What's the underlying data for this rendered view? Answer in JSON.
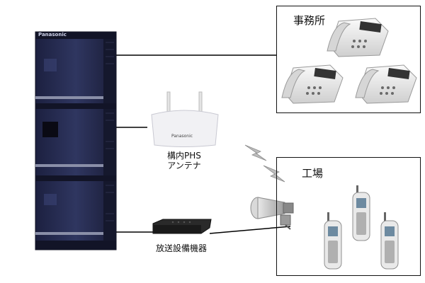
{
  "pbx": {
    "brand": "Panasonic"
  },
  "office": {
    "title": "事務所"
  },
  "factory": {
    "title": "工場"
  },
  "antenna": {
    "brand": "Panasonic",
    "label_line1": "構内PHS",
    "label_line2": "アンテナ"
  },
  "broadcast": {
    "label": "放送設備機器"
  },
  "colors": {
    "cabinet": "#24294a",
    "cabinet_dark": "#121427",
    "line": "#000000"
  }
}
